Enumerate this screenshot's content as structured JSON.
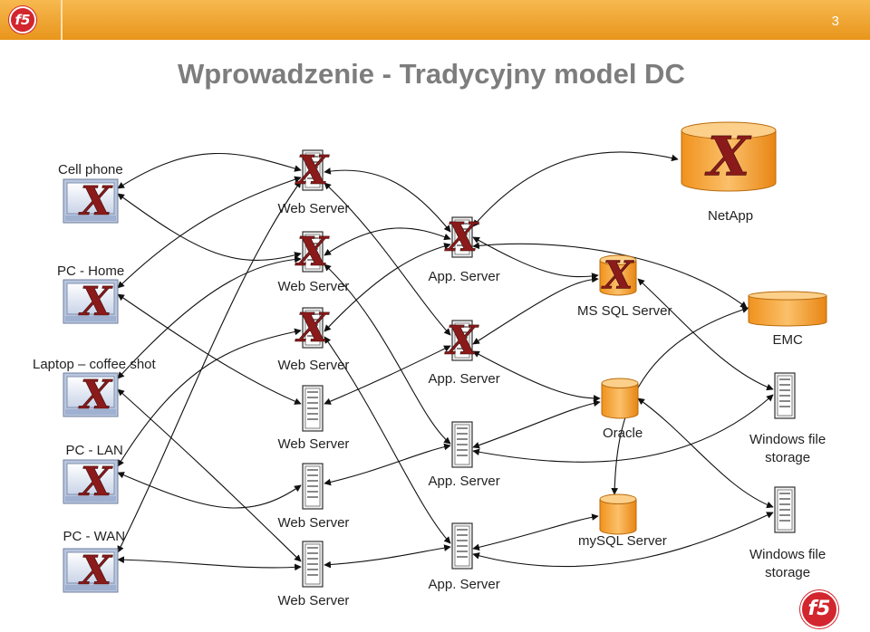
{
  "slide": {
    "number": "3",
    "title": "Wprowadzenie - Tradycyjny model DC",
    "logo_text": "f5"
  },
  "clients": [
    {
      "id": "cell",
      "label": "Cell phone",
      "failed": true
    },
    {
      "id": "pchome",
      "label": "PC - Home",
      "failed": true
    },
    {
      "id": "laptop",
      "label": "Laptop – coffee shot",
      "failed": true
    },
    {
      "id": "pclan",
      "label": "PC - LAN",
      "failed": true
    },
    {
      "id": "pcwan",
      "label": "PC - WAN",
      "failed": true
    }
  ],
  "web_servers": [
    {
      "id": "w1",
      "label": "Web Server",
      "failed": true
    },
    {
      "id": "w2",
      "label": "Web Server",
      "failed": true
    },
    {
      "id": "w3",
      "label": "Web Server",
      "failed": true
    },
    {
      "id": "w4",
      "label": "Web Server",
      "failed": false
    },
    {
      "id": "w5",
      "label": "Web Server",
      "failed": false
    },
    {
      "id": "w6",
      "label": "Web Server",
      "failed": false
    }
  ],
  "app_servers": [
    {
      "id": "a1",
      "label": "App. Server",
      "failed": true
    },
    {
      "id": "a2",
      "label": "App. Server",
      "failed": true
    },
    {
      "id": "a3",
      "label": "App. Server",
      "failed": false
    },
    {
      "id": "a4",
      "label": "App. Server",
      "failed": false
    }
  ],
  "databases": [
    {
      "id": "netapp",
      "label": "NetApp",
      "failed": true
    },
    {
      "id": "mssql",
      "label": "MS SQL Server",
      "failed": true
    },
    {
      "id": "emc",
      "label": "EMC",
      "failed": false
    },
    {
      "id": "oracle",
      "label": "Oracle",
      "failed": false
    },
    {
      "id": "mysql",
      "label": "mySQL Server",
      "failed": false
    }
  ],
  "storage": [
    {
      "id": "wfs1",
      "label": "Windows file\nstorage",
      "failed": false
    },
    {
      "id": "wfs2",
      "label": "Windows file\nstorage",
      "failed": false
    }
  ],
  "failure_mark": "X",
  "colors": {
    "accent": "#e8951c",
    "failure": "#8b1a1a",
    "database": "#f5a623",
    "title": "#7d7d7d",
    "arrow": "#111111"
  }
}
